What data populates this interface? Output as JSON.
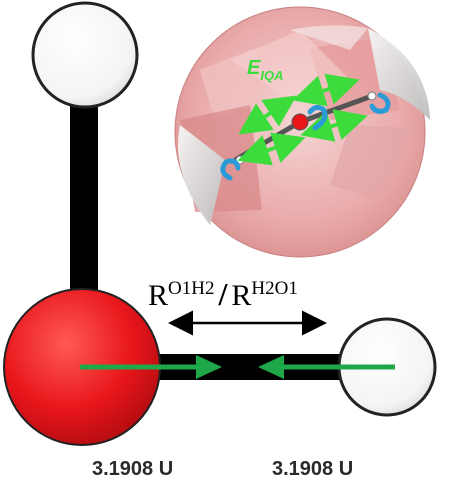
{
  "labels": {
    "energy_main": "E",
    "energy_sub": "IQA",
    "r_left_main": "R",
    "r_left_sup": "O1H2",
    "r_slash": "/",
    "r_right_main": "R",
    "r_right_sup": "H2O1"
  },
  "values": {
    "left": "3.1908 U",
    "right": "3.1908 U"
  },
  "colors": {
    "oxygen": "#e8161b",
    "hydrogen": "#ffffff",
    "bond": "#000000",
    "force_arrow": "#1ea84a",
    "energy_arrow": "#3ddc3d",
    "basin_fill": "#e9a3a3",
    "swirl": "#2a9bd6"
  }
}
